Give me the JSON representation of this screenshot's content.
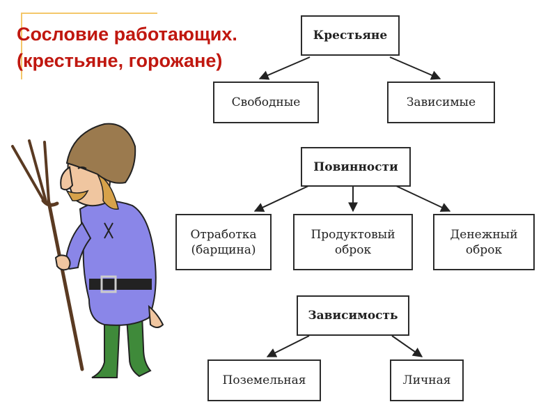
{
  "title": {
    "line1": "Сословие работающих.",
    "line2": "(крестьяне, горожане)"
  },
  "diagram": {
    "group1": {
      "root": "Крестьяне",
      "children": [
        "Свободные",
        "Зависимые"
      ]
    },
    "group2": {
      "root": "Повинности",
      "children": [
        "Отработка\n(барщина)",
        "Продуктовый\nоброк",
        "Денежный\nоброк"
      ]
    },
    "group3": {
      "root": "Зависимость",
      "children": [
        "Поземельная",
        "Личная"
      ]
    }
  },
  "illustration": {
    "icon": "peasant-with-pitchfork-icon"
  },
  "colors": {
    "title": "#c0170f",
    "accent_line": "#f4c76a",
    "box_border": "#2b2b2b",
    "shirt": "#8a86e8"
  }
}
